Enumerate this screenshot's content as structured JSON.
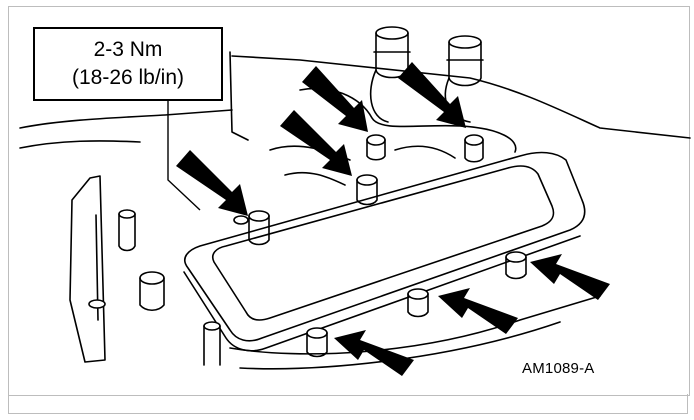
{
  "callout": {
    "torque_metric": "2-3 Nm",
    "torque_imperial": "(18-26 lb/in)"
  },
  "figure_id": "AM1089-A",
  "illustration": {
    "subject": "valve-cover-bolt-tightening",
    "bolt_count": 7,
    "arrow_count": 7
  },
  "colors": {
    "ink": "#000000",
    "paper": "#ffffff",
    "frame": "#bdbdbd"
  }
}
